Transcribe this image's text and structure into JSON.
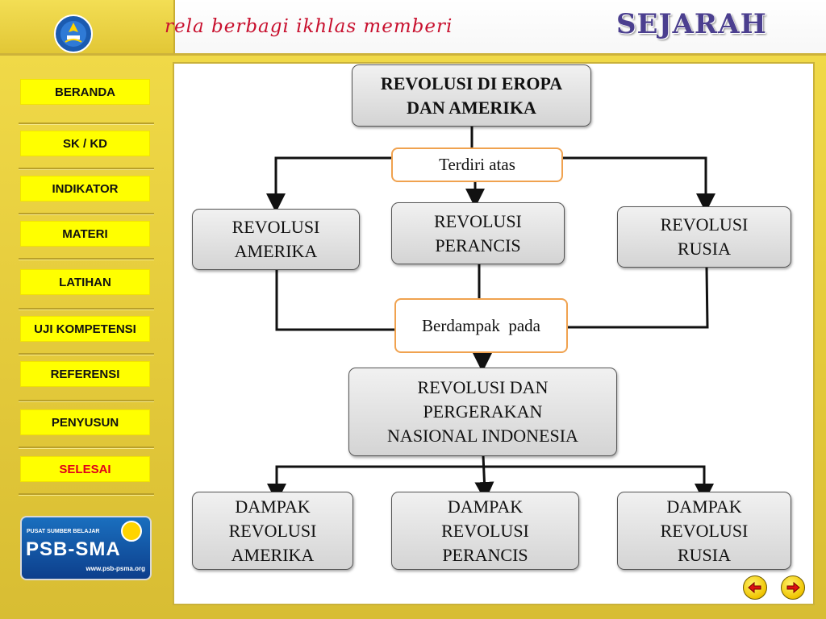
{
  "header": {
    "tagline": "rela berbagi ikhlas memberi",
    "subject": "SEJARAH"
  },
  "sidebar": {
    "items": [
      {
        "label": "BERANDA"
      },
      {
        "label": "SK / KD"
      },
      {
        "label": "INDIKATOR"
      },
      {
        "label": "MATERI"
      },
      {
        "label": "LATIHAN"
      },
      {
        "label": "UJI KOMPETENSI"
      },
      {
        "label": "REFERENSI"
      },
      {
        "label": "PENYUSUN"
      },
      {
        "label": "SELESAI"
      }
    ],
    "logo": {
      "line1": "PUSAT SUMBER BELAJAR",
      "name": "PSB-SMA",
      "url": "www.psb-psma.org"
    }
  },
  "diagram": {
    "root": "REVOLUSI DI EROPA\nDAN AMERIKA",
    "connector_top": "Terdiri atas",
    "revolutions": [
      "REVOLUSI\nAMERIKA",
      "REVOLUSI\nPERANCIS",
      "REVOLUSI\nRUSIA"
    ],
    "connector_mid": "Berdampak  pada",
    "impact": "REVOLUSI DAN\nPERGERAKAN\nNASIONAL INDONESIA",
    "effects": [
      "DAMPAK\nREVOLUSI\nAMERIKA",
      "DAMPAK\nREVOLUSI\nPERANCIS",
      "DAMPAK\nREVOLUSI\nRUSIA"
    ]
  },
  "navigation": {
    "prev_icon": "arrow-left-icon",
    "next_icon": "arrow-right-icon"
  },
  "colors": {
    "frame": "#e3c93a",
    "menu_button": "#ffff00",
    "tagline": "#c8102e",
    "subject": "#4b3f8f",
    "label_border": "#f0a24f"
  }
}
